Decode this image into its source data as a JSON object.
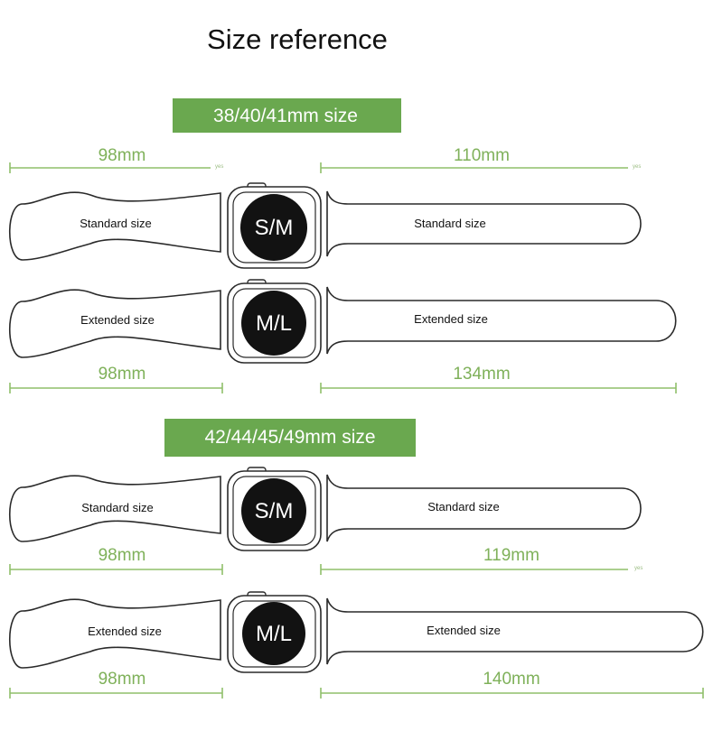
{
  "title": "Size reference",
  "colors": {
    "label_bg": "#6aa84f",
    "dimension": "#7fb15a",
    "face": "#121212"
  },
  "groups": [
    {
      "label": "38/40/41mm size",
      "rows": [
        {
          "face": "S/M",
          "left_text": "Standard size",
          "right_text": "Standard size",
          "left_dim": "98mm",
          "right_dim": "110mm",
          "left_note": "yes",
          "right_note": "yes"
        },
        {
          "face": "M/L",
          "left_text": "Extended size",
          "right_text": "Extended size",
          "left_dim": "98mm",
          "right_dim": "134mm"
        }
      ]
    },
    {
      "label": "42/44/45/49mm size",
      "rows": [
        {
          "face": "S/M",
          "left_text": "Standard size",
          "right_text": "Standard size",
          "left_dim": "98mm",
          "right_dim": "119mm",
          "right_note": "yes"
        },
        {
          "face": "M/L",
          "left_text": "Extended size",
          "right_text": "Extended size",
          "left_dim": "98mm",
          "right_dim": "140mm"
        }
      ]
    }
  ]
}
